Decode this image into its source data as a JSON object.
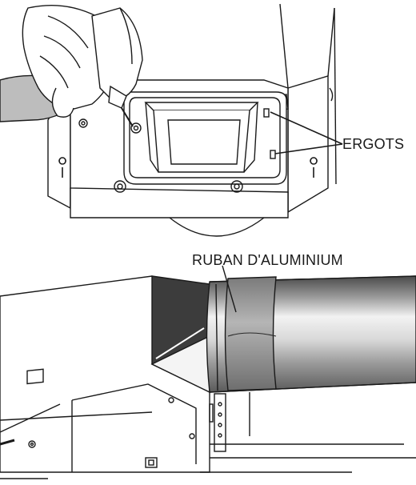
{
  "labels": {
    "ergots": "ERGOTS",
    "ruban": "RUBAN D'ALUMINIUM"
  },
  "colors": {
    "line": "#1a1a1a",
    "duct_light": "#e6e6e6",
    "duct_mid": "#9a9a9a",
    "duct_dark": "#4a4a4a",
    "tape": "#8c8c8c",
    "skin_shade": "#bdbdbd"
  },
  "figures": [
    {
      "name": "top-figure",
      "depicts": "hand-screwing-duct-collar-to-hood-housing"
    },
    {
      "name": "bottom-figure",
      "depicts": "round-duct-taped-to-rectangular-collar"
    }
  ]
}
